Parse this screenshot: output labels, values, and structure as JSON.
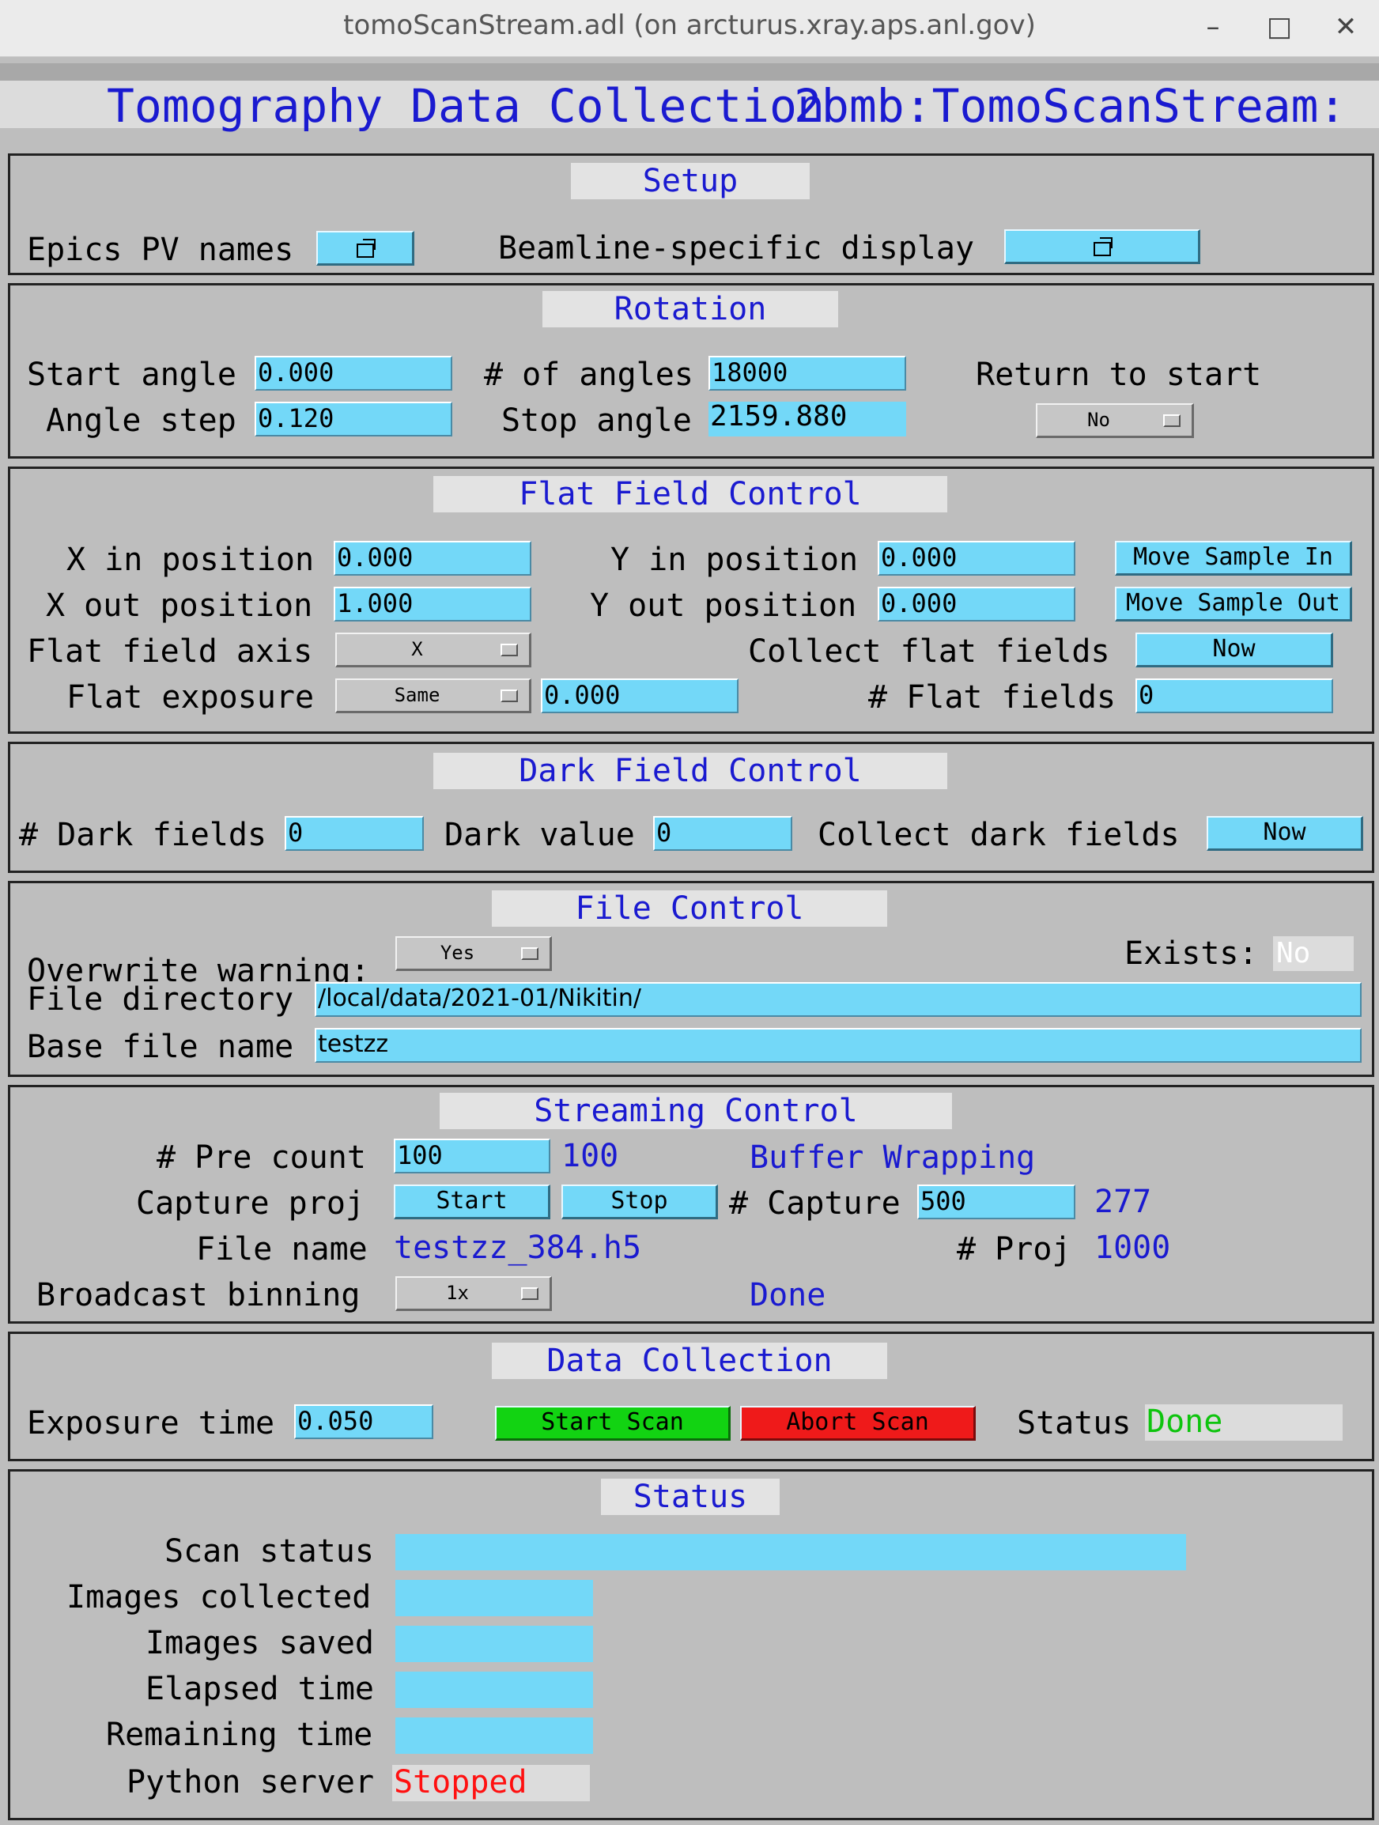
{
  "window": {
    "title": "tomoScanStream.adl (on arcturus.xray.aps.anl.gov)",
    "minimize": "–",
    "maximize": "□",
    "close": "✕"
  },
  "banner": {
    "title": "Tomography Data Collection",
    "prefix": "2bmb:TomoScanStream:"
  },
  "setup": {
    "header": "Setup",
    "epics_label": "Epics PV names",
    "beamline_label": "Beamline-specific display"
  },
  "rotation": {
    "header": "Rotation",
    "start_angle_label": "Start angle",
    "start_angle": "0.000",
    "num_angles_label": "# of angles",
    "num_angles": "18000",
    "return_label": "Return to start",
    "angle_step_label": "Angle step",
    "angle_step": "0.120",
    "stop_angle_label": "Stop angle",
    "stop_angle": "2159.880",
    "return_value": "No"
  },
  "flat": {
    "header": "Flat Field Control",
    "x_in_label": "X in position",
    "x_in": "0.000",
    "y_in_label": "Y in position",
    "y_in": "0.000",
    "move_in": "Move Sample In",
    "x_out_label": "X out position",
    "x_out": "1.000",
    "y_out_label": "Y out position",
    "y_out": "0.000",
    "move_out": "Move Sample Out",
    "axis_label": "Flat field axis",
    "axis_value": "X",
    "collect_label": "Collect flat fields",
    "collect_btn": "Now",
    "exposure_label": "Flat exposure",
    "exposure_mode": "Same",
    "exposure_value": "0.000",
    "num_label": "# Flat fields",
    "num_value": "0"
  },
  "dark": {
    "header": "Dark Field Control",
    "num_label": "# Dark fields",
    "num_value": "0",
    "value_label": "Dark value",
    "value": "0",
    "collect_label": "Collect dark fields",
    "collect_btn": "Now"
  },
  "file": {
    "header": "File Control",
    "overwrite_label": "Overwrite warning:",
    "overwrite_value": "Yes",
    "exists_label": "Exists:",
    "exists_value": "No",
    "dir_label": "File directory",
    "dir_value": "/local/data/2021-01/Nikitin/",
    "base_label": "Base file name",
    "base_value": "testzz"
  },
  "stream": {
    "header": "Streaming Control",
    "precount_label": "# Pre count",
    "precount_value": "100",
    "precount_readback": "100",
    "buffer_label": "Buffer Wrapping",
    "capture_label": "Capture proj",
    "start_btn": "Start",
    "stop_btn": "Stop",
    "num_capture_label": "# Capture",
    "num_capture_value": "500",
    "num_capture_readback": "277",
    "filename_label": "File name",
    "filename_value": "testzz_384.h5",
    "num_proj_label": "# Proj",
    "num_proj_value": "1000",
    "binning_label": "Broadcast binning",
    "binning_value": "1x",
    "binning_status": "Done"
  },
  "data": {
    "header": "Data Collection",
    "exposure_label": "Exposure time",
    "exposure_value": "0.050",
    "start_btn": "Start Scan",
    "abort_btn": "Abort Scan",
    "status_label": "Status",
    "status_value": "Done",
    "colors": {
      "start": "#12d312",
      "abort": "#ef1a1a"
    }
  },
  "status": {
    "header": "Status",
    "scan_label": "Scan status",
    "collected_label": "Images collected",
    "saved_label": "Images saved",
    "elapsed_label": "Elapsed time",
    "remaining_label": "Remaining time",
    "python_label": "Python server",
    "python_value": "Stopped"
  }
}
